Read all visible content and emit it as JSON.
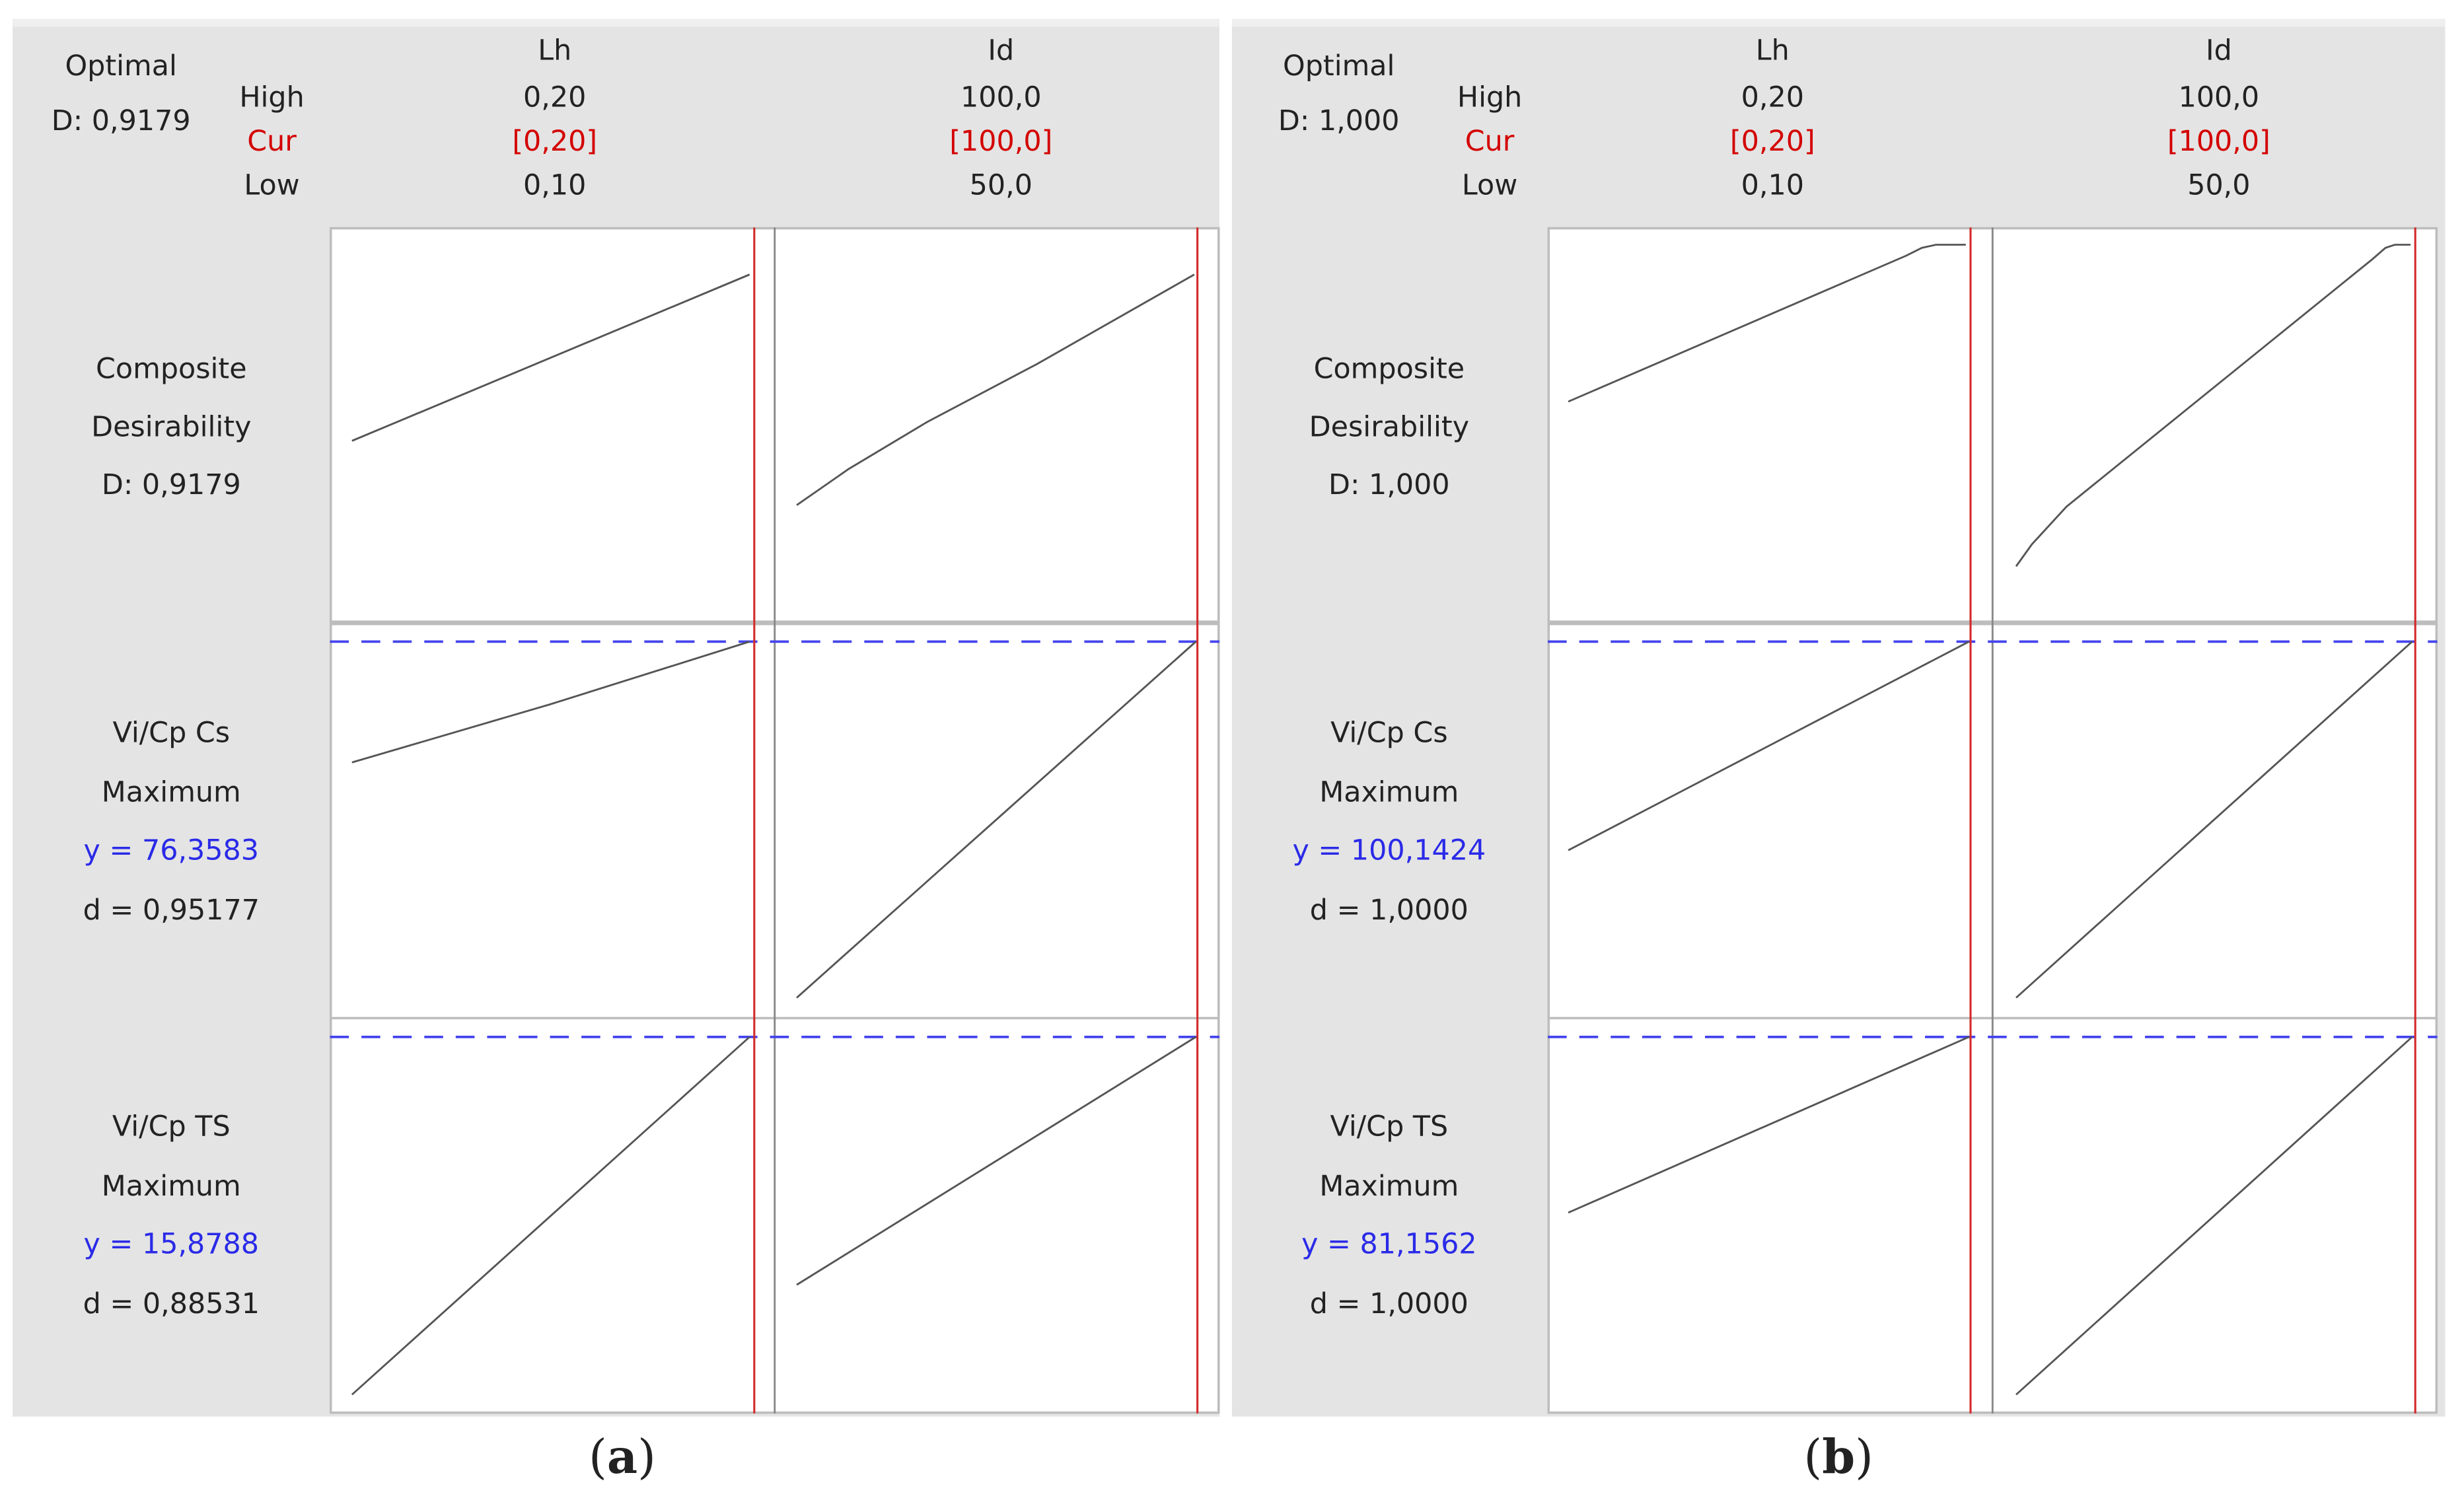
{
  "figure": {
    "captions": {
      "a": "a",
      "b": "b"
    },
    "colors": {
      "panel_bg": "#e4e4e4",
      "current": "#d40000",
      "target": "#2a2ae8",
      "curve": "#555555",
      "divider": "#bdbdbd"
    }
  },
  "panels": [
    {
      "id": "a",
      "optimal_label": "Optimal",
      "optimal_d": "D: 0,9179",
      "level_labels": {
        "high": "High",
        "cur": "Cur",
        "low": "Low"
      },
      "factors": [
        {
          "name": "Lh",
          "high": "0,20",
          "cur": "[0,20]",
          "low": "0,10"
        },
        {
          "name": "Id",
          "high": "100,0",
          "cur": "[100,0]",
          "low": "50,0"
        }
      ],
      "rows": [
        {
          "line1": "Composite",
          "line2": "Desirability",
          "line3": "D: 0,9179",
          "line4": ""
        },
        {
          "line1": "Vi/Cp Cs",
          "line2": "Maximum",
          "line3": "y = 76,3583",
          "line4": "d = 0,95177"
        },
        {
          "line1": "Vi/Cp TS",
          "line2": "Maximum",
          "line3": "y = 15,8788",
          "line4": "d = 0,88531"
        }
      ]
    },
    {
      "id": "b",
      "optimal_label": "Optimal",
      "optimal_d": "D: 1,000",
      "level_labels": {
        "high": "High",
        "cur": "Cur",
        "low": "Low"
      },
      "factors": [
        {
          "name": "Lh",
          "high": "0,20",
          "cur": "[0,20]",
          "low": "0,10"
        },
        {
          "name": "Id",
          "high": "100,0",
          "cur": "[100,0]",
          "low": "50,0"
        }
      ],
      "rows": [
        {
          "line1": "Composite",
          "line2": "Desirability",
          "line3": "D: 1,000",
          "line4": ""
        },
        {
          "line1": "Vi/Cp Cs",
          "line2": "Maximum",
          "line3": "y = 100,1424",
          "line4": "d = 1,0000"
        },
        {
          "line1": "Vi/Cp TS",
          "line2": "Maximum",
          "line3": "y = 81,1562",
          "line4": "d = 1,0000"
        }
      ]
    }
  ],
  "chart_data": [
    {
      "type": "line",
      "title": "(a) Response optimizer – Optimal D: 0,9179",
      "factors": [
        "Lh",
        "Id"
      ],
      "x_ranges": {
        "Lh": [
          0.1,
          0.2
        ],
        "Id": [
          50.0,
          100.0
        ]
      },
      "current": {
        "Lh": 0.2,
        "Id": 100.0
      },
      "series": [
        {
          "response": "Composite Desirability",
          "goal": "",
          "y_at_current": 0.9179,
          "Lh_curve_rel": [
            [
              0,
              0.46
            ],
            [
              1,
              0.88
            ]
          ],
          "Id_curve_rel": [
            [
              0,
              0.3
            ],
            [
              0.3,
              0.52
            ],
            [
              1,
              0.88
            ]
          ]
        },
        {
          "response": "Vi/Cp Cs",
          "goal": "Maximum",
          "y": 76.3583,
          "d": 0.95177,
          "Lh_curve_rel": [
            [
              0,
              0.65
            ],
            [
              1,
              1.0
            ]
          ],
          "Id_curve_rel": [
            [
              0,
              0.05
            ],
            [
              1,
              1.0
            ]
          ]
        },
        {
          "response": "Vi/Cp TS",
          "goal": "Maximum",
          "y": 15.8788,
          "d": 0.88531,
          "Lh_curve_rel": [
            [
              0,
              0.05
            ],
            [
              1,
              1.0
            ]
          ],
          "Id_curve_rel": [
            [
              0,
              0.38
            ],
            [
              1,
              1.0
            ]
          ]
        }
      ]
    },
    {
      "type": "line",
      "title": "(b) Response optimizer – Optimal D: 1,000",
      "factors": [
        "Lh",
        "Id"
      ],
      "x_ranges": {
        "Lh": [
          0.1,
          0.2
        ],
        "Id": [
          50.0,
          100.0
        ]
      },
      "current": {
        "Lh": 0.2,
        "Id": 100.0
      },
      "series": [
        {
          "response": "Composite Desirability",
          "goal": "",
          "y_at_current": 1.0,
          "Lh_curve_rel": [
            [
              0,
              0.56
            ],
            [
              0.83,
              0.95
            ],
            [
              0.9,
              0.96
            ],
            [
              1,
              0.96
            ]
          ],
          "Id_curve_rel": [
            [
              0,
              0.14
            ],
            [
              0.1,
              0.28
            ],
            [
              0.88,
              0.94
            ],
            [
              0.93,
              0.96
            ],
            [
              1,
              0.96
            ]
          ]
        },
        {
          "response": "Vi/Cp Cs",
          "goal": "Maximum",
          "y": 100.1424,
          "d": 1.0,
          "Lh_curve_rel": [
            [
              0,
              0.43
            ],
            [
              1,
              1.0
            ]
          ],
          "Id_curve_rel": [
            [
              0,
              0.05
            ],
            [
              1,
              1.0
            ]
          ]
        },
        {
          "response": "Vi/Cp TS",
          "goal": "Maximum",
          "y": 81.1562,
          "d": 1.0,
          "Lh_curve_rel": [
            [
              0,
              0.55
            ],
            [
              1,
              1.0
            ]
          ],
          "Id_curve_rel": [
            [
              0,
              0.05
            ],
            [
              1,
              1.0
            ]
          ]
        }
      ]
    }
  ]
}
